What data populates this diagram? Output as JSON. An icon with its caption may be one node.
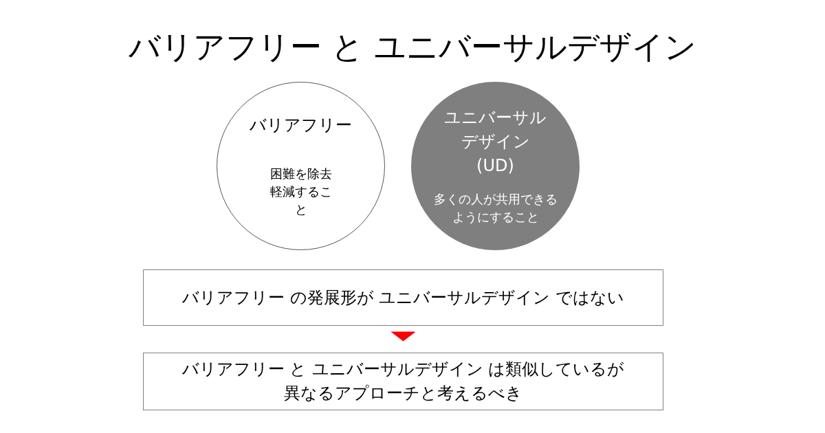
{
  "diagram": {
    "title": "バリアフリー と ユニバーサルデザイン",
    "nodes": [
      {
        "text": [
          "バリアフリー",
          "困難を除去軽減すること"
        ]
      },
      {
        "text": [
          "ユニバーサルデザイン(UD)",
          "多くの人が共用できるようにすること"
        ]
      },
      {
        "text": [
          "バリアフリー の発展形が ユニバーサルデザイン ではない"
        ]
      },
      {
        "text": [
          "バリアフリー と ユニバーサルデザイン は類似しているが異なるアプローチと考えるべき"
        ]
      }
    ],
    "edges": [
      {
        "from": 2,
        "to": 3,
        "arrow": "to",
        "color": "#ff0000"
      }
    ]
  }
}
